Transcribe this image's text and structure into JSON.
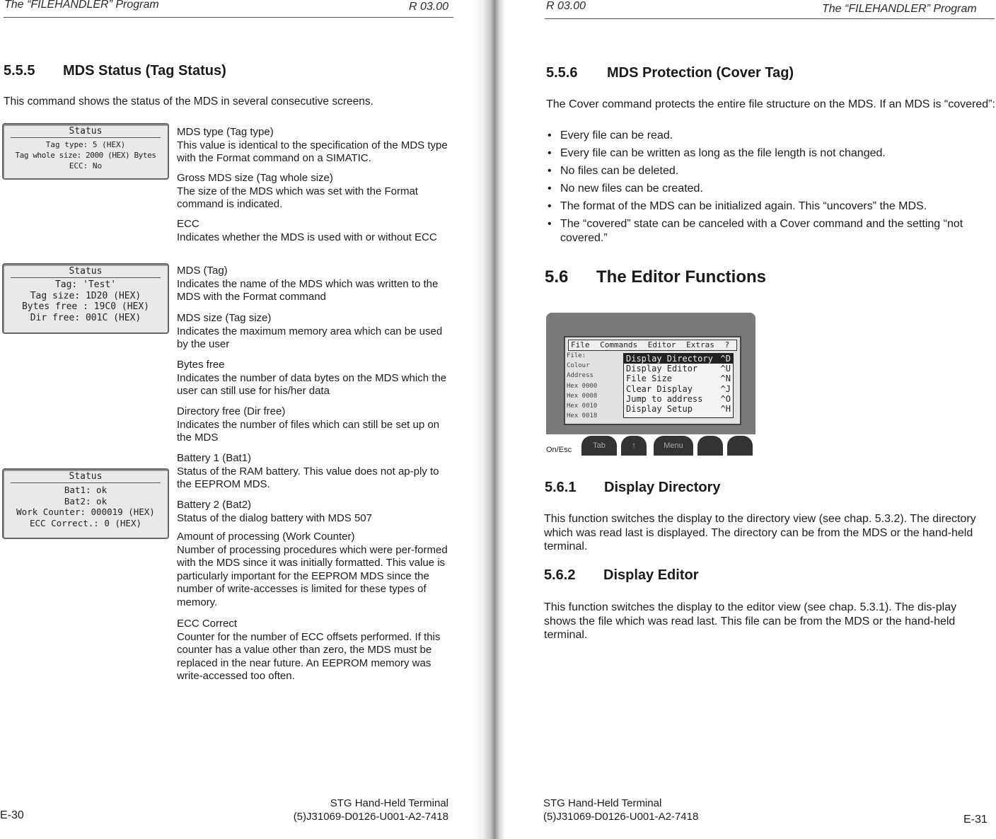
{
  "left_page": {
    "header_title": "The “FILEHANDLER” Program",
    "header_version": "R 03.00",
    "section_num": "5.5.5",
    "section_title": "MDS Status (Tag Status)",
    "intro": "This command shows the status of the MDS in several consecutive screens.",
    "screens": [
      {
        "title": "Status",
        "lines": [
          "Tag type: 5 (HEX)",
          "Tag whole size: 2000 (HEX) Bytes",
          "ECC: No"
        ]
      },
      {
        "title": "Status",
        "lines": [
          "Tag: 'Test'",
          "Tag size: 1D20 (HEX)",
          "Bytes free : 19C0 (HEX)",
          "Dir free: 001C (HEX)"
        ]
      },
      {
        "title": "Status",
        "lines": [
          "Bat1: ok",
          "Bat2: ok",
          "Work Counter: 000019 (HEX)",
          "ECC Correct.: 0 (HEX)"
        ]
      }
    ],
    "descriptions": [
      {
        "term": "MDS type (Tag type)",
        "text": "This value is identical to the specification of the MDS type with the Format command on a SIMATIC."
      },
      {
        "term": "Gross MDS size (Tag whole size)",
        "text": "The size of the MDS which was set with the Format command is indicated."
      },
      {
        "term": "ECC",
        "text": "Indicates whether the MDS is used with or without ECC"
      },
      {
        "term": "MDS (Tag)",
        "text": "Indicates the name of the MDS which was written to the MDS with the Format command"
      },
      {
        "term": "MDS size (Tag size)",
        "text": "Indicates the maximum memory area which can be used by the user"
      },
      {
        "term": "Bytes free",
        "text": "Indicates the number of data bytes on the MDS which the user can still use for his/her data"
      },
      {
        "term": "Directory free (Dir free)",
        "text": "Indicates the number of files which can still be set up on the MDS"
      },
      {
        "term": "Battery 1 (Bat1)",
        "text": "Status of the RAM battery.  This value does not ap-ply to the EEPROM MDS."
      },
      {
        "term": "Battery 2 (Bat2)",
        "text": "Status of the dialog battery with MDS 507"
      },
      {
        "term": "Amount of processing (Work Counter)",
        "text": "Number of processing procedures which were per-formed with the MDS since it was initially formatted. This value is particularly important for the EEPROM MDS since the number of write-accesses is limited for these types of memory."
      },
      {
        "term": "ECC Correct",
        "text": "Counter for the number of ECC offsets performed. If this counter has a value other than zero, the MDS must be replaced in the near future.  An EEPROM memory was write-accessed too often."
      }
    ],
    "footer_line1": "STG Hand-Held Terminal",
    "footer_line2": "(5)J31069-D0126-U001-A2-7418",
    "page_num": "E-30"
  },
  "right_page": {
    "header_version": "R 03.00",
    "header_title": "The “FILEHANDLER” Program",
    "sec556_num": "5.5.6",
    "sec556_title": "MDS Protection (Cover Tag)",
    "sec556_intro": "The Cover command protects the entire file structure on the MDS.  If an MDS is “covered”:",
    "bullets": [
      "Every file can be read.",
      "Every file can be written as long as the file length is not changed.",
      "No files can be deleted.",
      "No new files can be created.",
      "The format of the MDS can be initialized again.  This “uncovers” the MDS.",
      "The “covered” state can be canceled with a Cover command and the setting “not covered.”"
    ],
    "chap_num": "5.6",
    "chap_title": "The Editor Functions",
    "device": {
      "menu": [
        "File",
        "Commands",
        "Editor",
        "Extras",
        "?"
      ],
      "addresses": [
        "File: Colour",
        "Address",
        "Hex 0000",
        "Hex 0008",
        "Hex 0010",
        "Hex 0018"
      ],
      "items": [
        {
          "label": "Display Directory",
          "key": "^D"
        },
        {
          "label": "Display Editor",
          "key": "^U"
        },
        {
          "label": "File Size",
          "key": "^N"
        },
        {
          "label": "Clear Display",
          "key": "^J"
        },
        {
          "label": "Jump to address",
          "key": "^O"
        },
        {
          "label": "Display Setup",
          "key": "^H"
        }
      ],
      "keys": [
        "On/Esc",
        "Tab",
        "↑",
        "Menu"
      ]
    },
    "sec561_num": "5.6.1",
    "sec561_title": "Display Directory",
    "sec561_text": "This function switches the display to the directory view (see chap. 5.3.2).  The directory which was read last is displayed.  The directory can be from the MDS or the hand-held terminal.",
    "sec562_num": "5.6.2",
    "sec562_title": "Display Editor",
    "sec562_text": "This function switches the display to the editor view (see chap. 5.3.1). The dis-play shows the file which was read last.  This file can be from the MDS or the hand-held terminal.",
    "footer_line1": "STG Hand-Held Terminal",
    "footer_line2": "(5)J31069-D0126-U001-A2-7418",
    "page_num": "E-31"
  }
}
